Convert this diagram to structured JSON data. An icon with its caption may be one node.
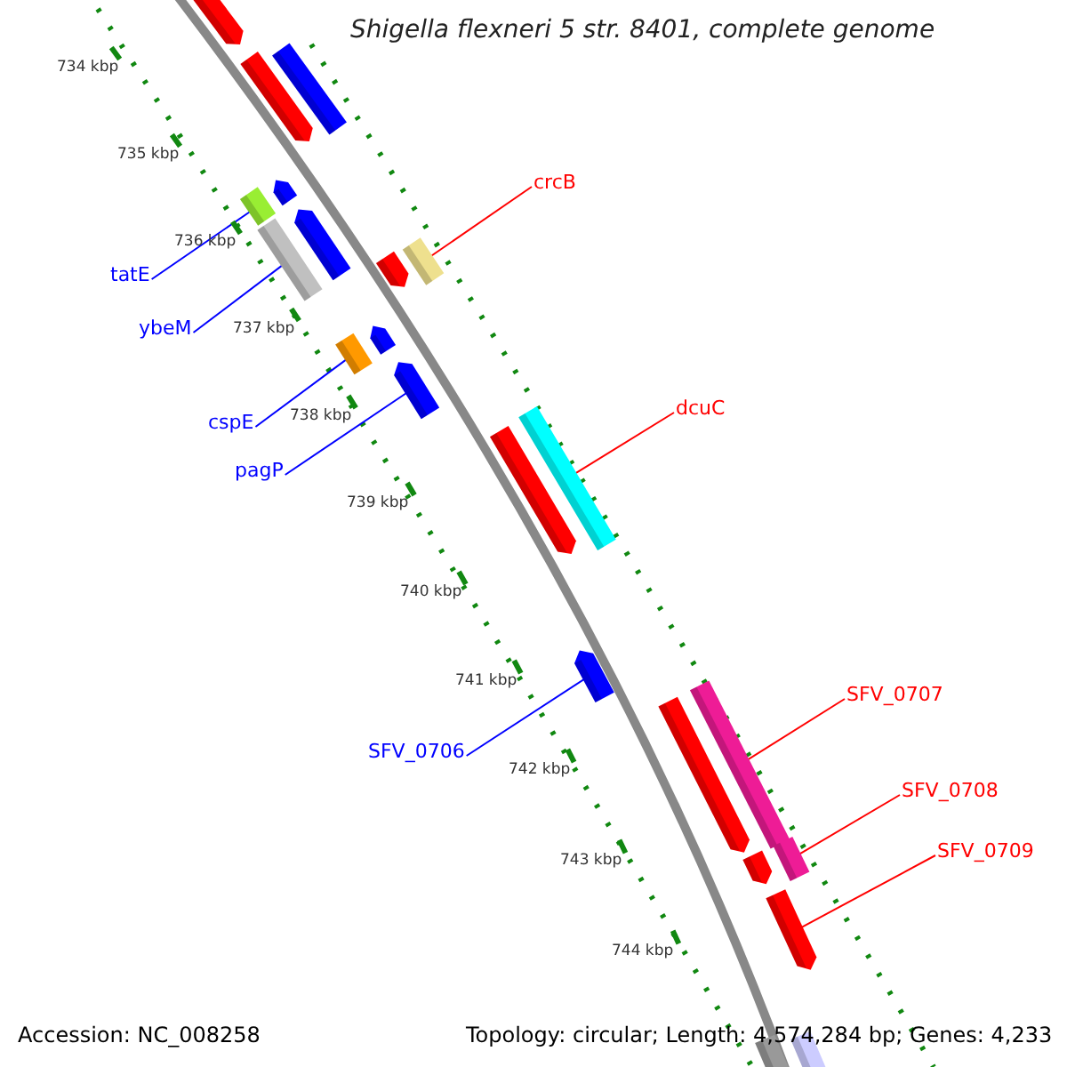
{
  "diagram": {
    "title": "Shigella flexneri 5 str. 8401, complete genome",
    "nodes": [
      {
        "text": [
          "crcB"
        ]
      },
      {
        "text": [
          "tatE"
        ]
      },
      {
        "text": [
          "ybeM"
        ]
      },
      {
        "text": [
          "dcuC"
        ]
      },
      {
        "text": [
          "cspE"
        ]
      },
      {
        "text": [
          "pagP"
        ]
      },
      {
        "text": [
          "SFV_0707"
        ]
      },
      {
        "text": [
          "SFV_0706"
        ]
      },
      {
        "text": [
          "SFV_0708"
        ]
      },
      {
        "text": [
          "SFV_0709"
        ]
      },
      {
        "text": [],
        "shape": "bar"
      },
      {
        "text": [],
        "shape": "bar"
      },
      {
        "text": [],
        "shape": "bar"
      },
      {
        "text": [],
        "shape": "bar"
      },
      {
        "text": [],
        "shape": "bar"
      },
      {
        "text": [],
        "shape": "bar"
      },
      {
        "text": [],
        "shape": "bar"
      },
      {
        "text": [],
        "shape": "bar"
      },
      {
        "text": [],
        "shape": "bar"
      },
      {
        "text": [],
        "shape": "bar"
      }
    ],
    "edges": [
      {
        "from": 0,
        "to": 12,
        "arrow": "none",
        "color": "#ff0000"
      },
      {
        "from": 1,
        "to": 10,
        "arrow": "none",
        "color": "#0000ff"
      },
      {
        "from": 2,
        "to": 11,
        "arrow": "none",
        "color": "#0000ff"
      },
      {
        "from": 3,
        "to": 15,
        "arrow": "none",
        "color": "#ff0000"
      },
      {
        "from": 4,
        "to": 13,
        "arrow": "none",
        "color": "#0000ff"
      },
      {
        "from": 5,
        "to": 14,
        "arrow": "none",
        "color": "#0000ff"
      },
      {
        "from": 6,
        "to": 17,
        "arrow": "none",
        "color": "#ff0000"
      },
      {
        "from": 7,
        "to": 16,
        "arrow": "none",
        "color": "#0000ff"
      },
      {
        "from": 8,
        "to": 18,
        "arrow": "none",
        "color": "#ff0000"
      },
      {
        "from": 9,
        "to": 19,
        "arrow": "none",
        "color": "#ff0000"
      }
    ],
    "labels": [
      "734 kbp",
      "735 kbp",
      "736 kbp",
      "737 kbp",
      "738 kbp",
      "739 kbp",
      "740 kbp",
      "741 kbp",
      "742 kbp",
      "743 kbp",
      "744 kbp",
      "Accession: NC_008258",
      "Topology: circular; Length: 4,574,284 bp; Genes: 4,233"
    ]
  }
}
